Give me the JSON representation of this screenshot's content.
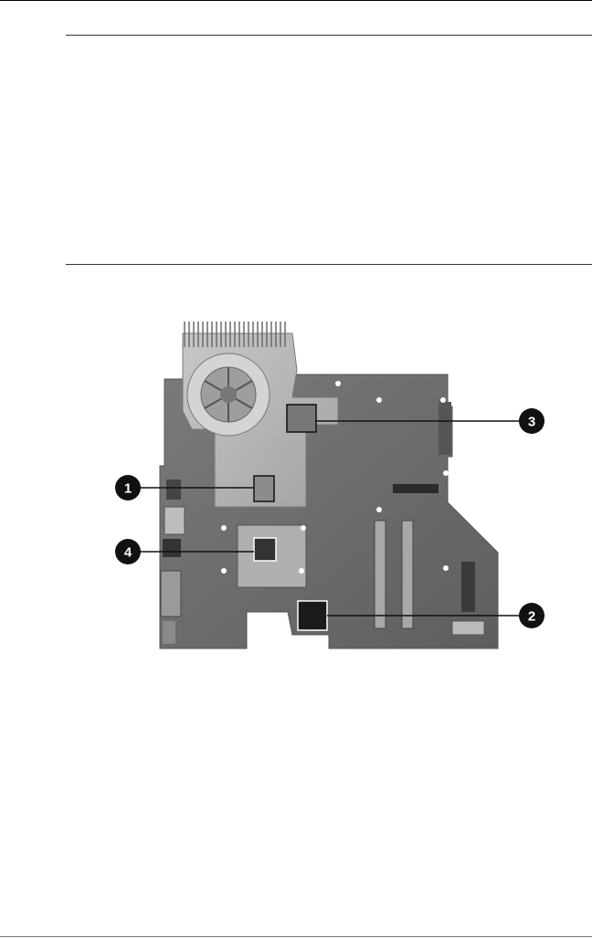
{
  "figure": {
    "alt": "",
    "callouts": [
      {
        "id": "callout-1",
        "number": "1"
      },
      {
        "id": "callout-2",
        "number": "2"
      },
      {
        "id": "callout-3",
        "number": "3"
      },
      {
        "id": "callout-4",
        "number": "4"
      }
    ]
  }
}
